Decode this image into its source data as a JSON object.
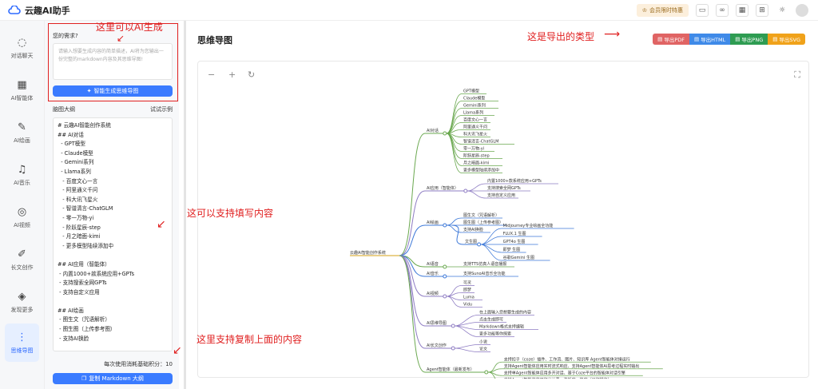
{
  "app": {
    "name": "云趣AI助手",
    "vip_label": "会员限时特惠"
  },
  "sidebar": {
    "items": [
      {
        "label": "对话聊天",
        "icon": "chat-icon"
      },
      {
        "label": "AI智能体",
        "icon": "grid-icon"
      },
      {
        "label": "AI绘画",
        "icon": "pen-icon"
      },
      {
        "label": "AI音乐",
        "icon": "music-icon"
      },
      {
        "label": "AI视频",
        "icon": "video-icon"
      },
      {
        "label": "长文创作",
        "icon": "edit-icon"
      },
      {
        "label": "发现更多",
        "icon": "layers-icon"
      },
      {
        "label": "思维导图",
        "icon": "mindmap-icon"
      }
    ]
  },
  "panel": {
    "req_title": "您的需求?",
    "req_placeholder": "请输入想要生成内容的简单描述，AI将为您输出一份完整的markdown内容及其思维导图!",
    "gen_button": "智能生成思维导图",
    "outline_title": "脑图大纲",
    "example_link": "试试示例",
    "markdown": "# 云趣AI智能创作系统\n## AI对话\n  - GPT模型\n  - Claude模型\n  - Gemini系列\n  - Llama系列\n   - 百度文心一言\n   - 阿里通义千问\n   - 科大讯飞星火\n   - 智谱清言-ChatGLM\n   - 零一万物-yi\n   - 阶跃星辰-step\n   - 月之暗面-kimi\n   - 更多模型陆续添加中\n\n## AI应用（智能体）\n - 内置1000+款系统应用+GPTs\n - 支持搜索全网GPTs\n - 支持自定义应用\n\n## AI绘画\n - 图生文（咒语解析）\n - 图生图（上传参考图）\n - 支持AI换脸",
    "score_label": "每次使用消耗基础积分：",
    "score_value": "10",
    "copy_button": "复制 Markdown 大纲"
  },
  "main": {
    "title": "思维导图"
  },
  "exports": [
    {
      "label": "导出PDF",
      "color": "#e06464"
    },
    {
      "label": "导出HTML",
      "color": "#3f8ae8"
    },
    {
      "label": "导出PNG",
      "color": "#2e9c52"
    },
    {
      "label": "导出SVG",
      "color": "#f0a21a"
    }
  ],
  "annotations": {
    "ai_gen": "这里可以AI生成",
    "export_type": "这是导出的类型",
    "fill": "这可以支持填写内容",
    "copy": "这里支持复制上面的内容"
  },
  "mindmap": {
    "root": "云趣AI智能创作系统",
    "branches": [
      {
        "label": "AI对话",
        "color": "#6aa84f",
        "children": [
          "GPT模型",
          "Claude模型",
          "Gemini系列",
          "Llama系列",
          "百度文心一言",
          "阿里通义千问",
          "科大讯飞星火",
          "智谱清言-ChatGLM",
          "零一万物-yi",
          "阶跃星辰-step",
          "月之暗面-kimi",
          "更多模型陆续添加中"
        ]
      },
      {
        "label": "AI应用（智能体）",
        "color": "#8e7cc3",
        "children": [
          "内置1000+款系统应用+GPTs",
          "支持搜索全网GPTs",
          "支持自定义应用"
        ]
      },
      {
        "label": "AI绘画",
        "color": "#3c78d8",
        "children": [
          "图生文（咒语解析）",
          "图生图（上传参考图）",
          "支持AI换脸"
        ]
      },
      {
        "label": "文生图",
        "color": "#3c78d8",
        "children": [
          "Midjourney专业绘画全功能",
          "FLUX.1 生图",
          "GPT4o 生图",
          "即梦 生图",
          "谷歌Gemini 生图"
        ]
      },
      {
        "label": "AI语音",
        "color": "#6aa84f",
        "children": [
          "支持TTS仿真人语音播报"
        ]
      },
      {
        "label": "AI音乐",
        "color": "#3c78d8",
        "children": [
          "支持SunoAI音乐全功能"
        ]
      },
      {
        "label": "AI视频",
        "color": "#8e7cc3",
        "children": [
          "可灵",
          "即梦",
          "Luma",
          "Vidu"
        ]
      },
      {
        "label": "AI思维导图",
        "color": "#8e7cc3",
        "children": [
          "在上面输入您想要生成的内容",
          "点击生成即可",
          "Markdown格式支持编辑",
          "更多功能等你探索"
        ]
      },
      {
        "label": "AI长文创作",
        "color": "#8e7cc3",
        "children": [
          "小说",
          "论文"
        ]
      },
      {
        "label": "Agent智能体（最新发布）",
        "color": "#6aa84f",
        "children": [
          "支持扣子（coze）插件、工作流、图片、知识库 Agent智能体对接运行",
          "支持Agent智能体应用实时流式响应、支持Agent智能体AI思考过程实时输出",
          "支持单Agent智能体应用多开对话、基于Coze平台的智能体对话引擎",
          "支持Agent智能体使用积分计费、洗耗度、热度（日积排名）"
        ]
      }
    ]
  }
}
